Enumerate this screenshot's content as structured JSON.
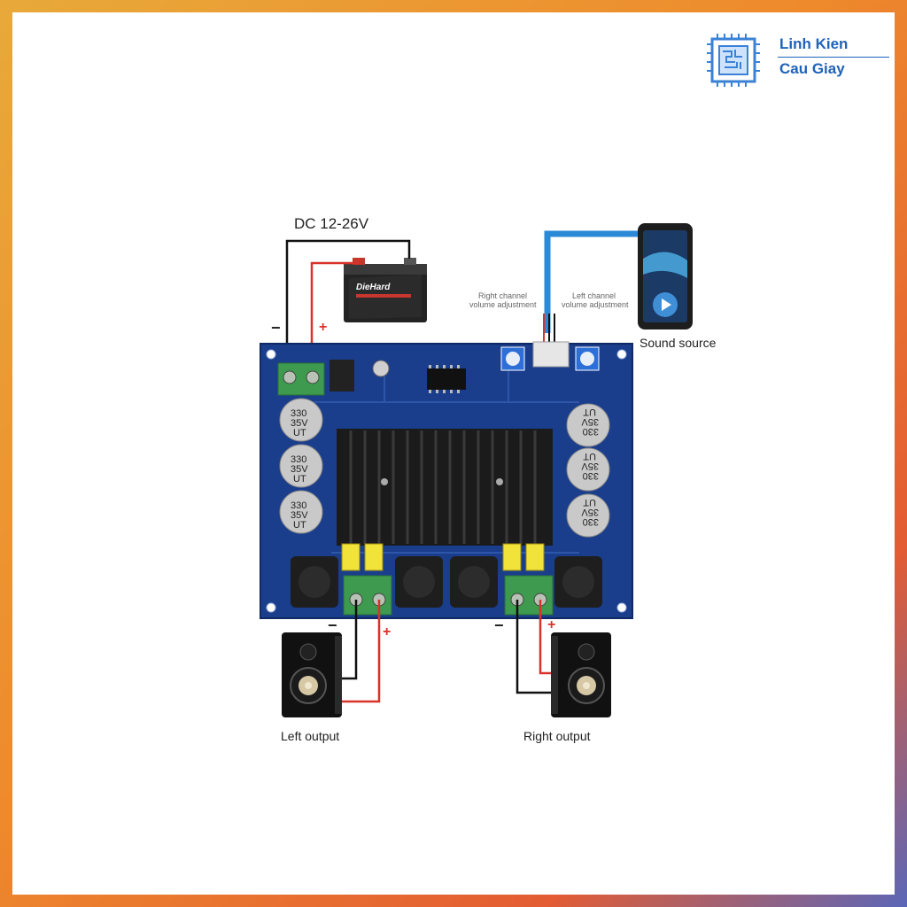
{
  "brand": {
    "line1": "Linh Kien",
    "line2": "Cau Giay",
    "icon": "chip-logo-icon"
  },
  "power": {
    "label": "DC 12-26V",
    "minus": "−",
    "plus": "+",
    "battery_brand": "DieHard"
  },
  "inputs": {
    "right_volume_line1": "Right channel",
    "right_volume_line2": "volume adjustment",
    "left_volume_line1": "Left channel",
    "left_volume_line2": "volume adjustment",
    "sound_source": "Sound source"
  },
  "outputs": {
    "left_label": "Left output",
    "right_label": "Right output",
    "minus": "−",
    "plus": "+"
  },
  "capacitors": {
    "line1": "330",
    "line2": "35V",
    "line3": "UT"
  },
  "colors": {
    "board": "#1a3e8c",
    "wire_red": "#d9322b",
    "wire_blue": "#2b8ad8",
    "terminal": "#3d9a4e",
    "brand": "#1e63b8"
  }
}
